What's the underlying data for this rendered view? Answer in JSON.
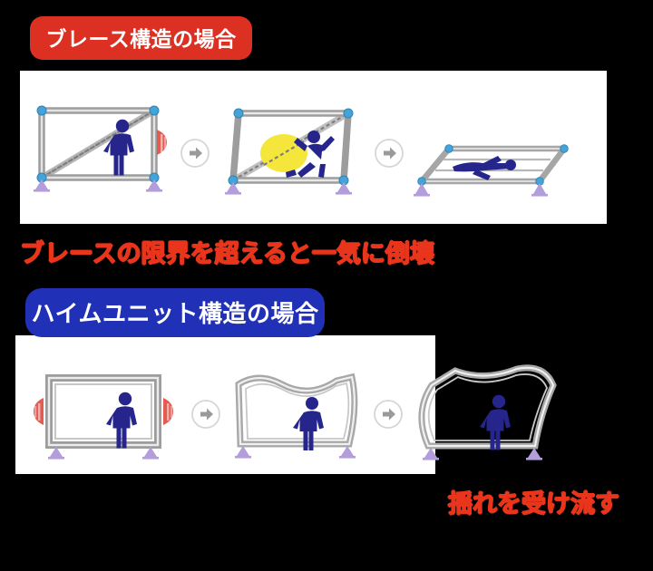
{
  "document": {
    "background_color": "#000000",
    "panel_color": "#ffffff"
  },
  "colors": {
    "brace_badge": "#dc3023",
    "unit_badge": "#2031b8",
    "caption_red": "#e8351b",
    "person_navy": "#25258c",
    "frame_gray": "#8c8c8c",
    "joint_blue": "#45a3d8",
    "support_purple": "#b39ddb",
    "burst_yellow": "#f5e63c",
    "shake_red": "#e2534a",
    "step_arrow_gray": "#9a9a9a"
  },
  "sections": [
    {
      "id": "brace",
      "badge_label": "ブレース構造の場合",
      "badge_color": "#dc3023",
      "caption": "ブレースの限界を超えると一気に倒壊",
      "frames": [
        {
          "state": "upright",
          "description": "ブレース入りの直立した構面、右から地震の揺れ",
          "person_pose": "standing",
          "shake_indicator_sides": [
            "right"
          ],
          "brace_broken": false
        },
        {
          "state": "deformed",
          "description": "構面が平行四辺形に変形しブレースが破断",
          "person_pose": "falling",
          "shake_indicator_sides": [],
          "brace_broken": true
        },
        {
          "state": "collapsed",
          "description": "完全に倒壊して平らに潰れた構面",
          "person_pose": "lying",
          "shake_indicator_sides": [],
          "brace_broken": true
        }
      ]
    },
    {
      "id": "unit",
      "badge_label": "ハイムユニット構造の場合",
      "badge_color": "#2031b8",
      "caption": "揺れを受け流す",
      "frames": [
        {
          "state": "upright",
          "description": "剛性の高いボックスユニット、両側から地震の揺れ",
          "person_pose": "standing",
          "shake_indicator_sides": [
            "left",
            "right"
          ],
          "brace_broken": false
        },
        {
          "state": "flexing",
          "description": "ユニットがしなって揺れを吸収",
          "person_pose": "standing",
          "shake_indicator_sides": [],
          "brace_broken": false
        },
        {
          "state": "flexing",
          "description": "ユニットが逆方向にしなっても倒壊しない",
          "person_pose": "standing",
          "shake_indicator_sides": [],
          "brace_broken": false
        }
      ]
    }
  ],
  "step_arrow": {
    "icon": "arrow-right-circle-icon",
    "count": 4
  }
}
